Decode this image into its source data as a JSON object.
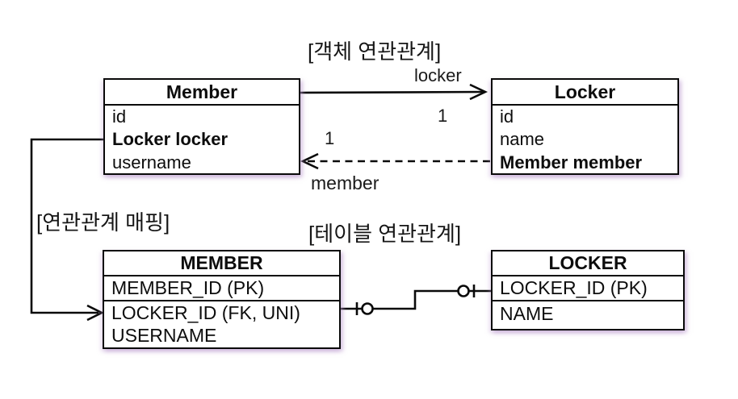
{
  "section_labels": {
    "object_relation": "[객체 연관관계]",
    "mapping": "[연관관계 매핑]",
    "table_relation": "[테이블 연관관계]"
  },
  "object_model": {
    "member_class": {
      "title": "Member",
      "fields": [
        "id",
        "Locker locker",
        "username"
      ]
    },
    "locker_class": {
      "title": "Locker",
      "fields": [
        "id",
        "name",
        "Member member"
      ]
    },
    "locker_association": {
      "label": "locker",
      "multiplicity": "1"
    },
    "member_association": {
      "label": "member",
      "multiplicity": "1"
    }
  },
  "table_model": {
    "member_table": {
      "title": "MEMBER",
      "columns": [
        "MEMBER_ID (PK)",
        "LOCKER_ID (FK, UNI)",
        "USERNAME"
      ]
    },
    "locker_table": {
      "title": "LOCKER",
      "columns": [
        "LOCKER_ID (PK)",
        "NAME"
      ]
    }
  },
  "colors": {
    "line": "#0a0a0a",
    "box_shadow_tint": "#ba98cd",
    "background": "#ffffff"
  }
}
